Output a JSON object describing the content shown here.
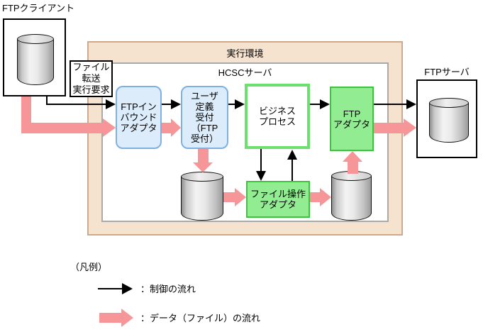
{
  "diagram": {
    "ftp_client": {
      "label": "FTPクライアント"
    },
    "file_transfer_request": {
      "lines": [
        "ファイル",
        "転送",
        "実行要求"
      ]
    },
    "execution_env": {
      "label": "実行環境"
    },
    "hcsc_server": {
      "label": "HCSCサーバ"
    },
    "ftp_inbound_adapter": {
      "lines": [
        "FTPイン",
        "バウンド",
        "アダプタ"
      ]
    },
    "user_defined_reception": {
      "lines": [
        "ユーザ",
        "定義",
        "受付",
        "（FTP",
        "受付）"
      ]
    },
    "business_process": {
      "lines": [
        "ビジネス",
        "プロセス"
      ]
    },
    "ftp_adapter": {
      "lines": [
        "FTP",
        "アダプタ"
      ]
    },
    "file_operation_adapter": {
      "lines": [
        "ファイル操作",
        "アダプタ"
      ]
    },
    "ftp_server": {
      "label": "FTPサーバ"
    }
  },
  "legend": {
    "title": "（凡例）",
    "control_flow": "：制御の流れ",
    "data_flow": "：データ（ファイル）の流れ"
  },
  "colors": {
    "pink": "#f79699",
    "beige-fill": "#f6e3cf",
    "beige-border": "#cfa98a",
    "gray-border": "#a9a9a9",
    "blue-fill": "#dcecfa",
    "blue-border": "#7fb0e2",
    "green-fill": "#92ec92",
    "green-border": "#3cc53c",
    "green-border-light": "#6cdf6c"
  }
}
